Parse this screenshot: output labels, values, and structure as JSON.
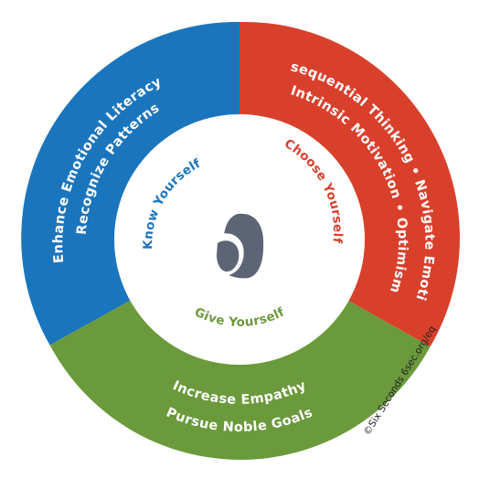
{
  "colors": {
    "know": "#1b75bc",
    "choose": "#d9402c",
    "give": "#6a9a3c",
    "inner_circle": "#ffffff",
    "logo": "#5c6475"
  },
  "outer": {
    "know": {
      "line1": "Enhance Emotional Literacy",
      "line2": "Recognize Patterns"
    },
    "choose": {
      "line1": "Consequential Thinking • Navigate Emotions",
      "line2": "Intrinsic Motivation • Optimism"
    },
    "give": {
      "line1": "Increase Empathy",
      "line2": "Pursue Noble Goals"
    }
  },
  "inner": {
    "know": "Know Yourself",
    "choose": "Choose Yourself",
    "give": "Give Yourself"
  },
  "logo_icon": "six-seconds-logo-icon",
  "copyright": "©Six Seconds 6sec.org/eq"
}
